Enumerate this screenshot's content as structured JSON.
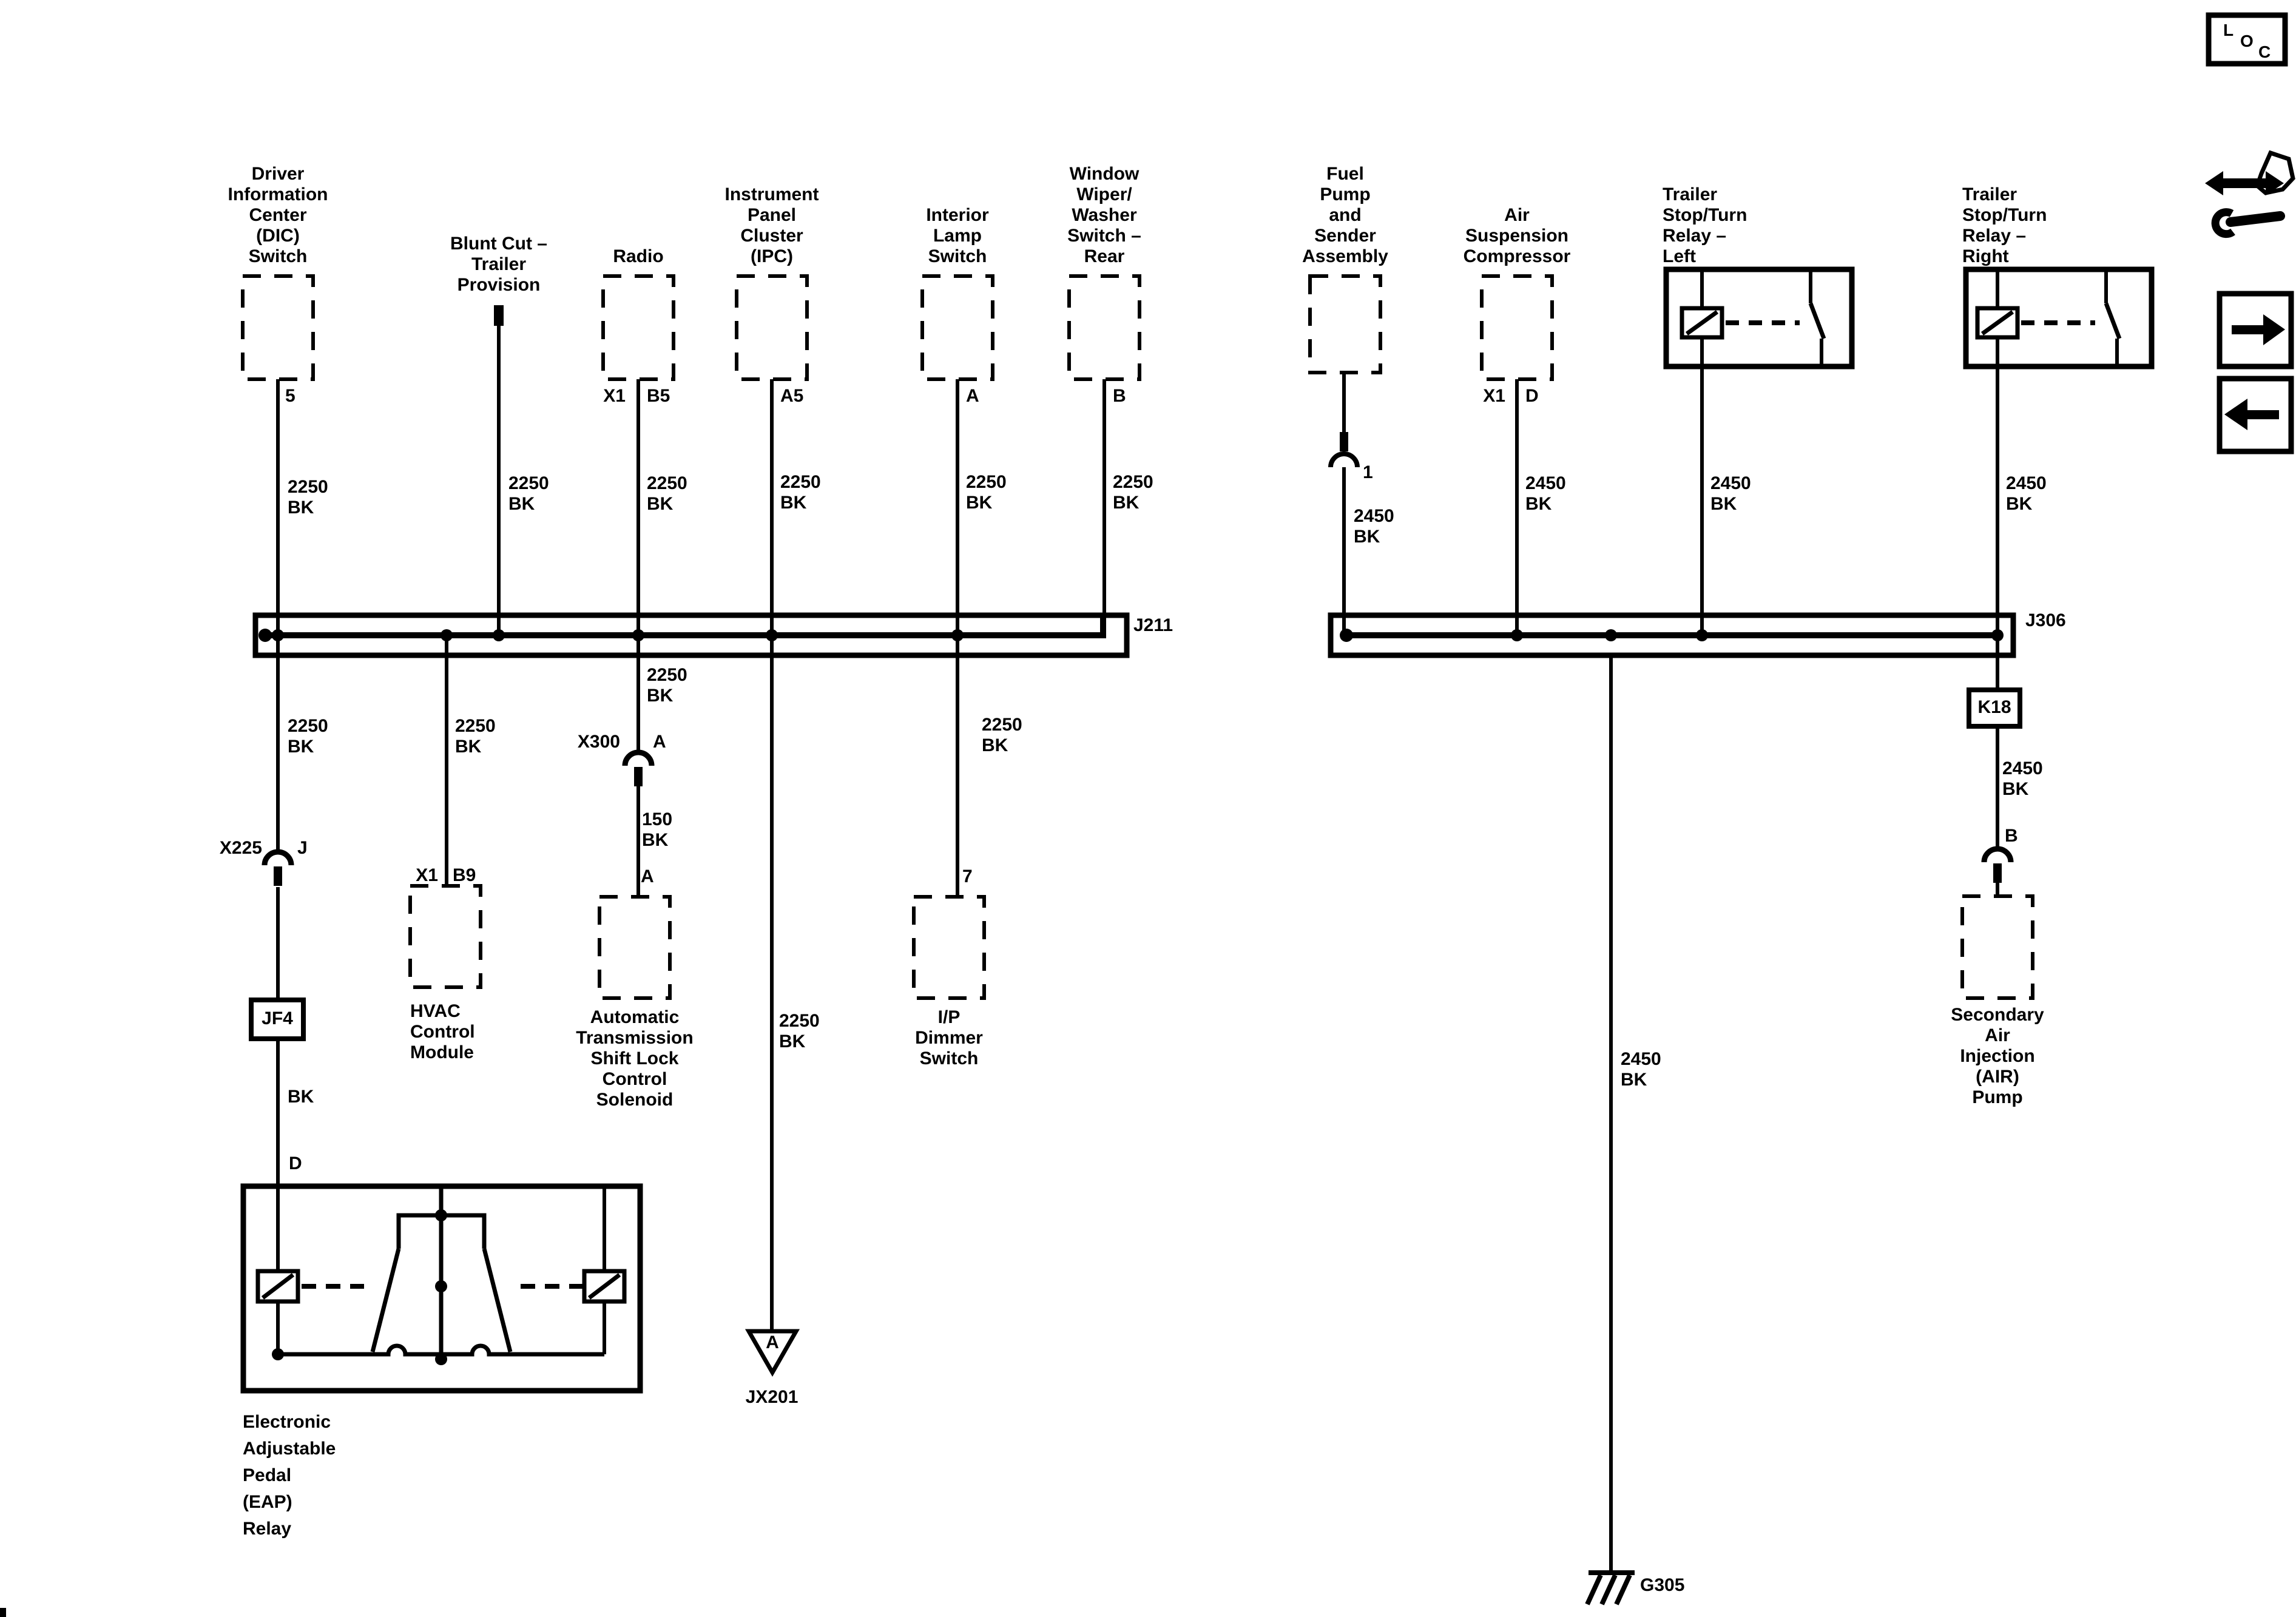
{
  "colors": {
    "ink": "#000000",
    "bg": "#ffffff"
  },
  "nav": {
    "loc": {
      "l": "L",
      "o": "O",
      "c": "C"
    }
  },
  "splices": {
    "j211": "J211",
    "j306": "J306"
  },
  "comp": {
    "dic": {
      "label": "Driver\nInformation\nCenter\n(DIC)\nSwitch",
      "pin": "5",
      "wire_above": "2250\nBK",
      "wire_below": "2250\nBK"
    },
    "blunt": {
      "label": "Blunt Cut –\nTrailer\nProvision",
      "wire_above": "2250\nBK"
    },
    "radio": {
      "label": "Radio",
      "pin_left": "X1",
      "pin_right": "B5",
      "wire_above": "2250\nBK",
      "wire_below": "2250\nBK"
    },
    "ipc": {
      "label": "Instrument\nPanel\nCluster\n(IPC)",
      "pin": "A5",
      "wire_above": "2250\nBK",
      "wire_below": "2250\nBK"
    },
    "lamp": {
      "label": "Interior\nLamp\nSwitch",
      "pin": "A",
      "wire_above": "2250\nBK",
      "wire_below": "2250\nBK"
    },
    "wiper": {
      "label": "Window\nWiper/\nWasher\nSwitch –\nRear",
      "pin": "B",
      "wire_above": "2250\nBK"
    },
    "fuel": {
      "label": "Fuel\nPump\nand\nSender\nAssembly",
      "pin": "1",
      "wire": "2450\nBK"
    },
    "air": {
      "label": "Air\nSuspension\nCompressor",
      "pin_left": "X1",
      "pin_right": "D",
      "wire": "2450\nBK"
    },
    "trailer_left": {
      "label": "Trailer\nStop/Turn\nRelay –\nLeft",
      "wire": "2450\nBK"
    },
    "trailer_right": {
      "label": "Trailer\nStop/Turn\nRelay –\nRight",
      "wire": "2450\nBK"
    },
    "hvac": {
      "label": "HVAC\nControl\nModule",
      "pin_left": "X1",
      "pin_right": "B9",
      "wire_above": "2250\nBK"
    },
    "trans": {
      "label": "Automatic\nTransmission\nShift Lock\nControl\nSolenoid",
      "pin": "A"
    },
    "dimmer": {
      "label": "I/P\nDimmer\nSwitch",
      "pin": "7",
      "wire_above": "2250\nBK"
    },
    "airpump": {
      "label": "Secondary\nAir\nInjection\n(AIR)\nPump",
      "pin": "B",
      "wire_above": "2450\nBK"
    },
    "eap": {
      "label": "Electronic\nAdjustable\nPedal\n(EAP)\nRelay",
      "wire_above": "BK",
      "pin": "D"
    }
  },
  "conn": {
    "x225": {
      "name": "X225",
      "pin": "J"
    },
    "x300": {
      "name": "X300",
      "pin": "A",
      "wire": "150\nBK"
    },
    "jf4": "JF4",
    "k18": "K18"
  },
  "grounds": {
    "jx201": {
      "name": "JX201",
      "pin": "A",
      "wire_above": "2250\nBK"
    },
    "g305": {
      "name": "G305",
      "wire_above": "2450\nBK"
    }
  }
}
